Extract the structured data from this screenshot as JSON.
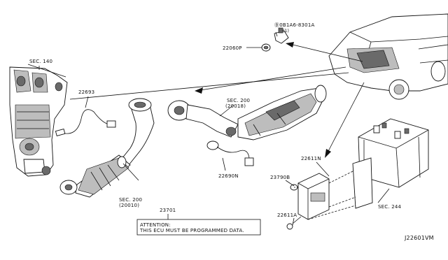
{
  "labels": {
    "sec140": "SEC. 140",
    "p22693": "22693",
    "p22690n": "22690N",
    "p22060p": "22060P",
    "bolt": "Ⓑ0B1A6-8301A",
    "bolt_qty": "(1)",
    "sec200_top": "SEC. 200",
    "sec200_top_sub": "(20018)",
    "sec200_bottom": "SEC. 200",
    "sec200_bottom_sub": "(20010)",
    "p22611n": "22611N",
    "p23790b": "23790B",
    "p22611a": "22611A",
    "sec244": "SEC. 244",
    "p23701": "23701",
    "attention_title": "ATTENTION:",
    "attention_text": "THIS ECU MUST BE PROGRAMMED DATA.",
    "diagram_id": "J22601VM"
  }
}
